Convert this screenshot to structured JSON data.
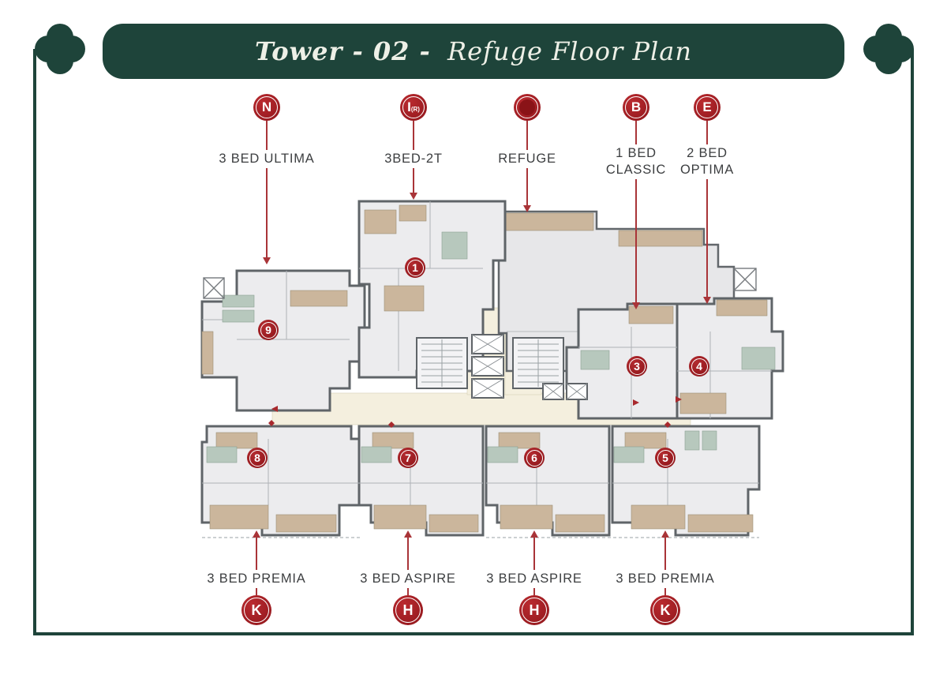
{
  "header": {
    "title_main": "Tower - 02 -",
    "title_accent": "Refuge Floor Plan"
  },
  "colors": {
    "brand_green": "#1e443a",
    "badge_red": "#9e1c21",
    "connector_red": "#a93438",
    "label_gray": "#3c3e40",
    "balcony_beige": "#cbb69c",
    "bath_green": "#b7c8bd",
    "corridor_cream": "#f4efde"
  },
  "top_callouts": [
    {
      "badge": "N",
      "badge_sub": "",
      "style": "letter",
      "label": "3 BED ULTIMA"
    },
    {
      "badge": "I",
      "badge_sub": "(R)",
      "style": "letter",
      "label": "3BED-2T"
    },
    {
      "badge": "",
      "badge_sub": "",
      "style": "filled",
      "label": "REFUGE"
    },
    {
      "badge": "B",
      "badge_sub": "",
      "style": "letter",
      "label": "1 BED CLASSIC"
    },
    {
      "badge": "E",
      "badge_sub": "",
      "style": "letter",
      "label": "2 BED OPTIMA"
    }
  ],
  "bottom_callouts": [
    {
      "badge": "K",
      "label": "3 BED PREMIA"
    },
    {
      "badge": "H",
      "label": "3 BED ASPIRE"
    },
    {
      "badge": "H",
      "label": "3 BED ASPIRE"
    },
    {
      "badge": "K",
      "label": "3 BED PREMIA"
    }
  ],
  "plan": {
    "units": [
      {
        "number": "9",
        "type": "3 BED ULTIMA"
      },
      {
        "number": "1",
        "type": "3BED-2T"
      },
      {
        "number": "3",
        "type": "1 BED CLASSIC"
      },
      {
        "number": "4",
        "type": "2 BED OPTIMA"
      },
      {
        "number": "8",
        "type": "3 BED PREMIA"
      },
      {
        "number": "7",
        "type": "3 BED ASPIRE"
      },
      {
        "number": "6",
        "type": "3 BED ASPIRE"
      },
      {
        "number": "5",
        "type": "3 BED PREMIA"
      }
    ]
  }
}
